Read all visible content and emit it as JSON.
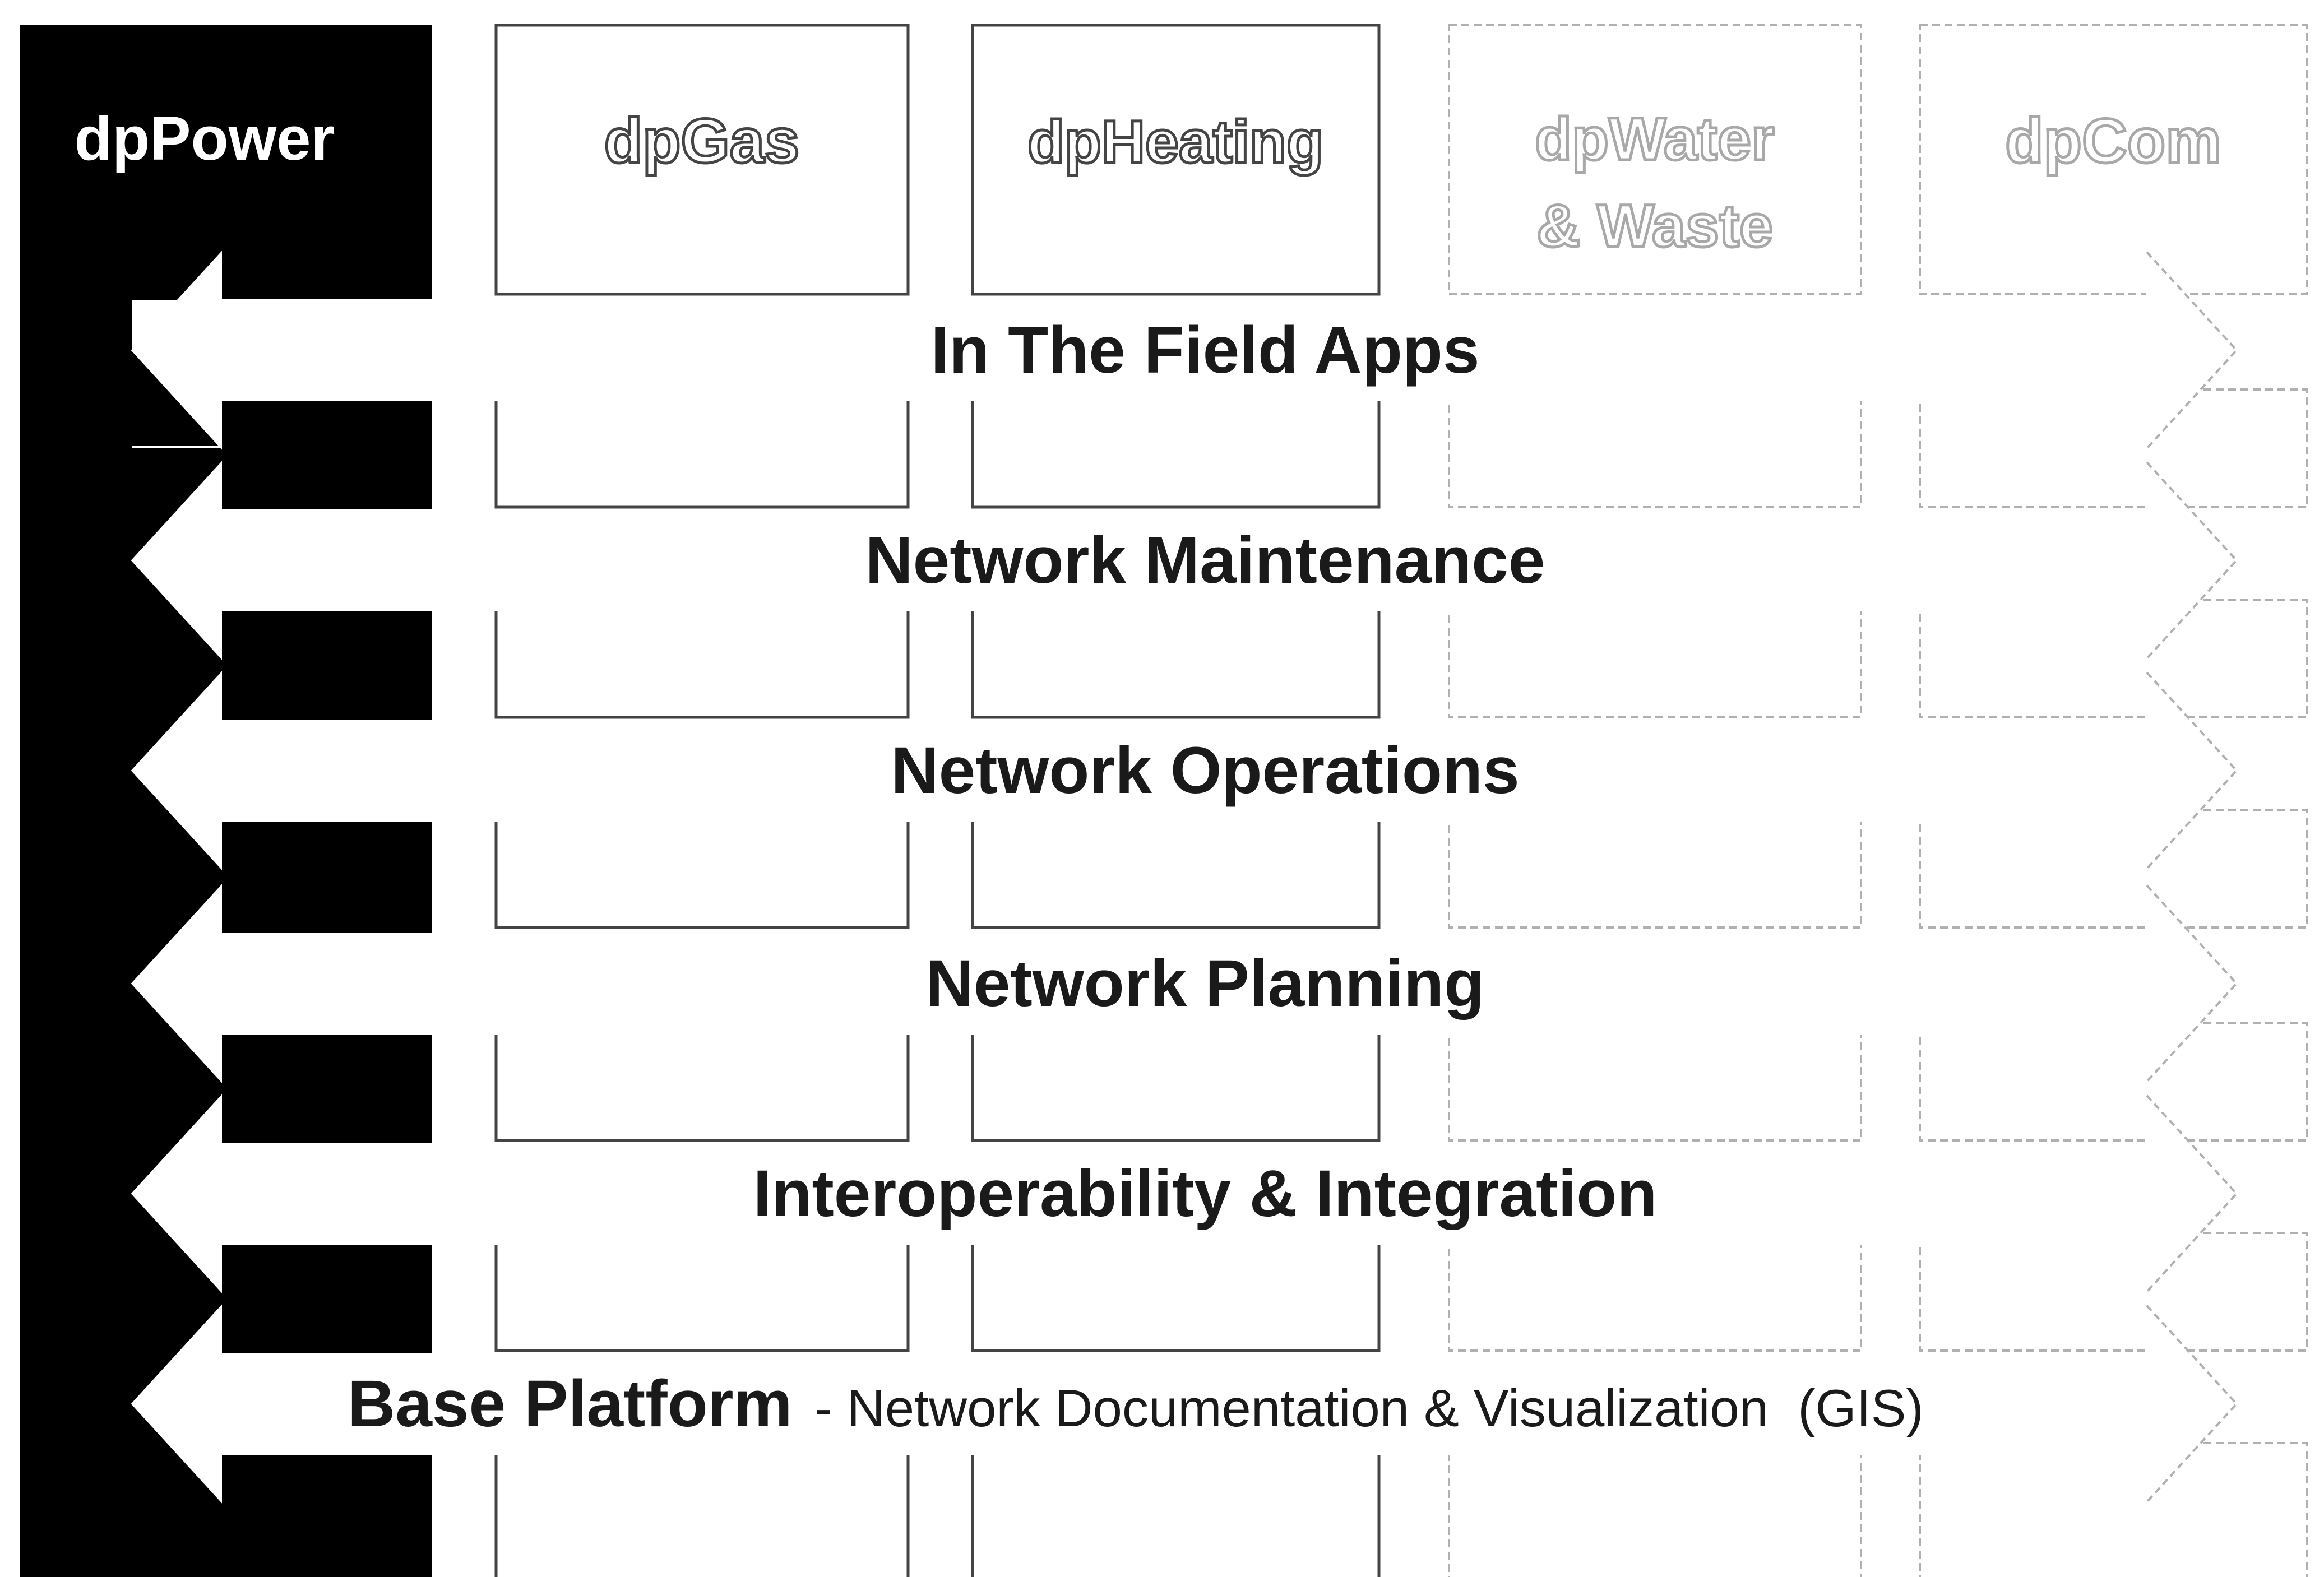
{
  "products": {
    "power": "dpPower",
    "gas": "dpGas",
    "heating": "dpHeating",
    "water_line1": "dpWater",
    "water_line2": "& Waste",
    "com": "dpCom"
  },
  "layers": [
    {
      "label": "In The Field Apps"
    },
    {
      "label": "Network Maintenance"
    },
    {
      "label": "Network Operations"
    },
    {
      "label": "Network Planning"
    },
    {
      "label": "Interoperability & Integration"
    },
    {
      "label": "Base Platform",
      "sublabel": "- Network Documentation & Visualization  (GIS)"
    }
  ],
  "colors": {
    "power_column": "#000000",
    "arrow_fill": "#ffffff",
    "box_solid": "#444444",
    "box_faded": "#b0b0b0",
    "label_text": "#1a1a1a"
  }
}
